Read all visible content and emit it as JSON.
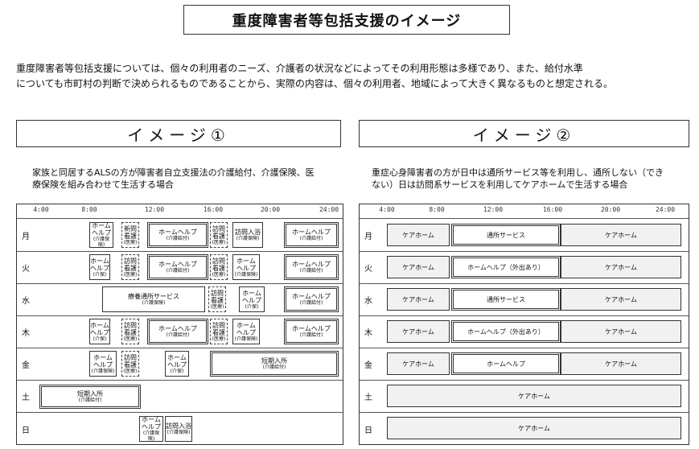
{
  "title": "重度障害者等包括支援のイメージ",
  "intro": [
    "重度障害者等包括支援については、個々の利用者のニーズ、介護者の状況などによってその利用形態は多様であり、また、給付水準",
    "についても市町村の判断で決められるものであることから、実際の内容は、個々の利用者、地域によって大きく異なるものと想定される。"
  ],
  "image1": {
    "header": "イメージ①",
    "desc": [
      "家族と同居するALSの方が障害者自立支援法の介護給付、介護保険、医",
      "療保険を組み合わせて生活する場合"
    ],
    "times": [
      "4:00",
      "8:00",
      "12:00",
      "16:00",
      "20:00",
      "24:00"
    ],
    "days": [
      "月",
      "火",
      "水",
      "木",
      "金",
      "土",
      "日"
    ],
    "labels": {
      "home_help": "ホームヘルプ",
      "home_help_v": "ホーム\nヘルプ",
      "kaigo_kyufu": "(介護給付)",
      "kaigo_hoken": "(介護保険)",
      "kaigo": "(介保)",
      "houmon_kango": "訪問\n看護",
      "iryo": "(医療)",
      "houmon_nyuyoku": "訪問入浴",
      "tsusho": "療養通所サービス",
      "tanki": "短期入所",
      "shinki": "新問\n看護"
    }
  },
  "image2": {
    "header": "イメージ②",
    "desc": [
      "重症心身障害者の方が日中は通所サービス等を利用し、通所しない（でき",
      "ない）日は訪問系サービスを利用してケアホームで生活する場合"
    ],
    "times": [
      "4:00",
      "8:00",
      "12:00",
      "16:00",
      "20:00",
      "24:00"
    ],
    "days": [
      "月",
      "火",
      "水",
      "木",
      "金",
      "土",
      "日"
    ],
    "labels": {
      "care_home": "ケアホーム",
      "tsusho": "通所サービス",
      "home_help_out": "ホームヘルプ（外出あり）",
      "home_help": "ホームヘルプ"
    }
  }
}
